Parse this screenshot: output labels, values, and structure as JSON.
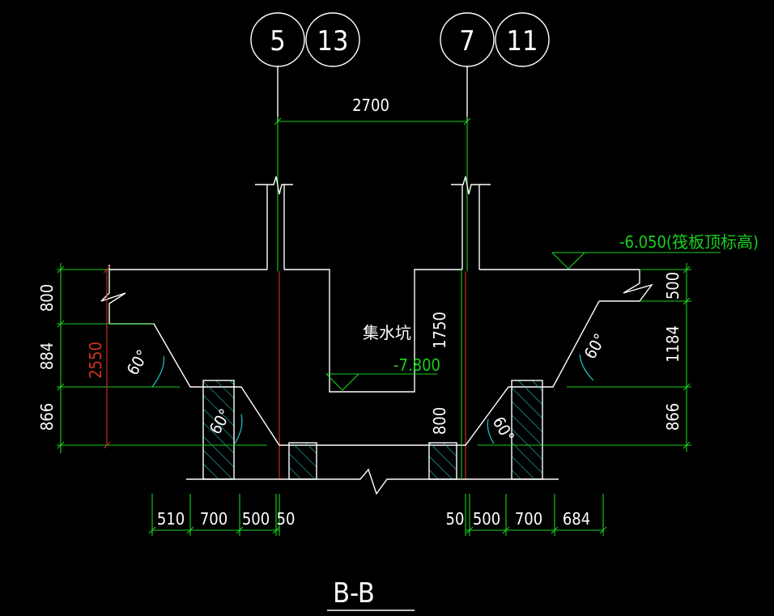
{
  "axis_bubbles": {
    "left_a": "5",
    "left_b": "13",
    "right_a": "7",
    "right_b": "11"
  },
  "dimensions": {
    "top_span": "2700",
    "left_800": "800",
    "left_884": "884",
    "left_866": "866",
    "left_total": "2550",
    "right_500": "500",
    "right_1184": "1184",
    "right_866": "866",
    "pit_1750": "1750",
    "pit_800": "800",
    "bottom_left": [
      "510",
      "700",
      "500",
      "50"
    ],
    "bottom_right": [
      "50",
      "500",
      "700",
      "684"
    ]
  },
  "elevations": {
    "raft_top": "-6.050(筏板顶标高)",
    "pit_bottom": "-7.800"
  },
  "labels": {
    "pit": "集水坑",
    "section": "B-B",
    "angle": "60°"
  },
  "colors": {
    "line": "#ffffff",
    "dimension": "#19d11f",
    "axis_center": "#d2331f",
    "hatch": "#1fc7c9",
    "background": "#000000"
  }
}
